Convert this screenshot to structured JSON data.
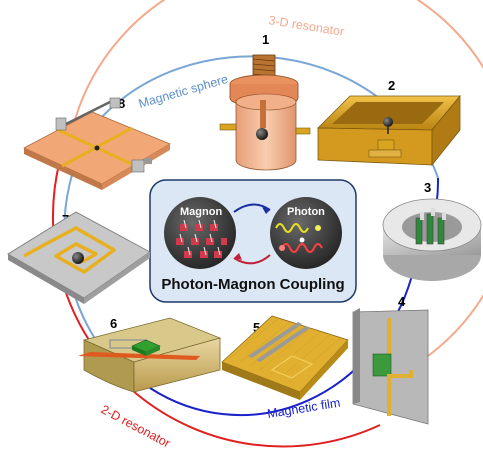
{
  "labels": {
    "three_d_resonator": "3-D resonator",
    "magnetic_sphere": "Magnetic sphere",
    "magnetic_film": "Magnetic film",
    "two_d_resonator": "2-D resonator"
  },
  "center": {
    "title": "Photon-Magnon Coupling",
    "magnon": "Magnon",
    "photon": "Photon"
  },
  "devices": [
    {
      "number": "1"
    },
    {
      "number": "2"
    },
    {
      "number": "3"
    },
    {
      "number": "4"
    },
    {
      "number": "5"
    },
    {
      "number": "6"
    },
    {
      "number": "7"
    },
    {
      "number": "8"
    }
  ],
  "colors": {
    "arc_3d": "#f4a98c",
    "arc_sphere": "#7aa6d6",
    "arc_film": "#1a22c8",
    "arc_2d": "#e02020",
    "center_bg": "#dbe7f5",
    "gold": "#d9a520",
    "copper": "#f0a070"
  }
}
